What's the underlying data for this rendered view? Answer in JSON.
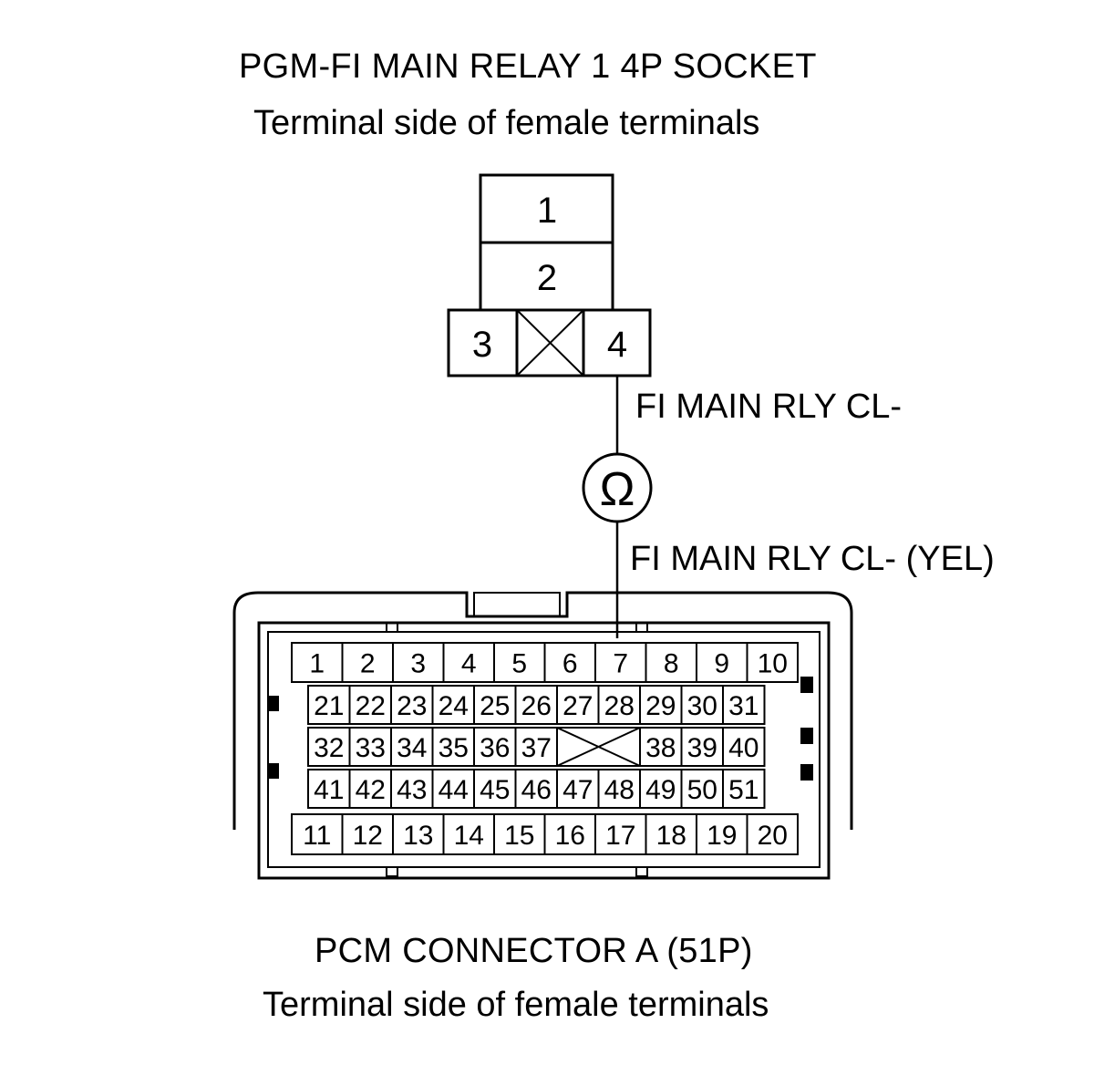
{
  "relay": {
    "title": "PGM-FI MAIN RELAY 1 4P SOCKET",
    "subtitle": "Terminal side of female terminals",
    "pins": [
      "1",
      "2",
      "3",
      "4"
    ]
  },
  "wire": {
    "upper_label": "FI MAIN RLY CL-",
    "lower_label": "FI MAIN RLY CL- (YEL)",
    "meter_symbol": "Ω"
  },
  "pcm": {
    "title": "PCM CONNECTOR A (51P)",
    "subtitle": "Terminal side of female terminals",
    "row1": [
      "1",
      "2",
      "3",
      "4",
      "5",
      "6",
      "7",
      "8",
      "9",
      "10"
    ],
    "row2": [
      "21",
      "22",
      "23",
      "24",
      "25",
      "26",
      "27",
      "28",
      "29",
      "30",
      "31"
    ],
    "row3_left": [
      "32",
      "33",
      "34",
      "35",
      "36",
      "37"
    ],
    "row3_right": [
      "38",
      "39",
      "40"
    ],
    "row4": [
      "41",
      "42",
      "43",
      "44",
      "45",
      "46",
      "47",
      "48",
      "49",
      "50",
      "51"
    ],
    "row5": [
      "11",
      "12",
      "13",
      "14",
      "15",
      "16",
      "17",
      "18",
      "19",
      "20"
    ]
  }
}
